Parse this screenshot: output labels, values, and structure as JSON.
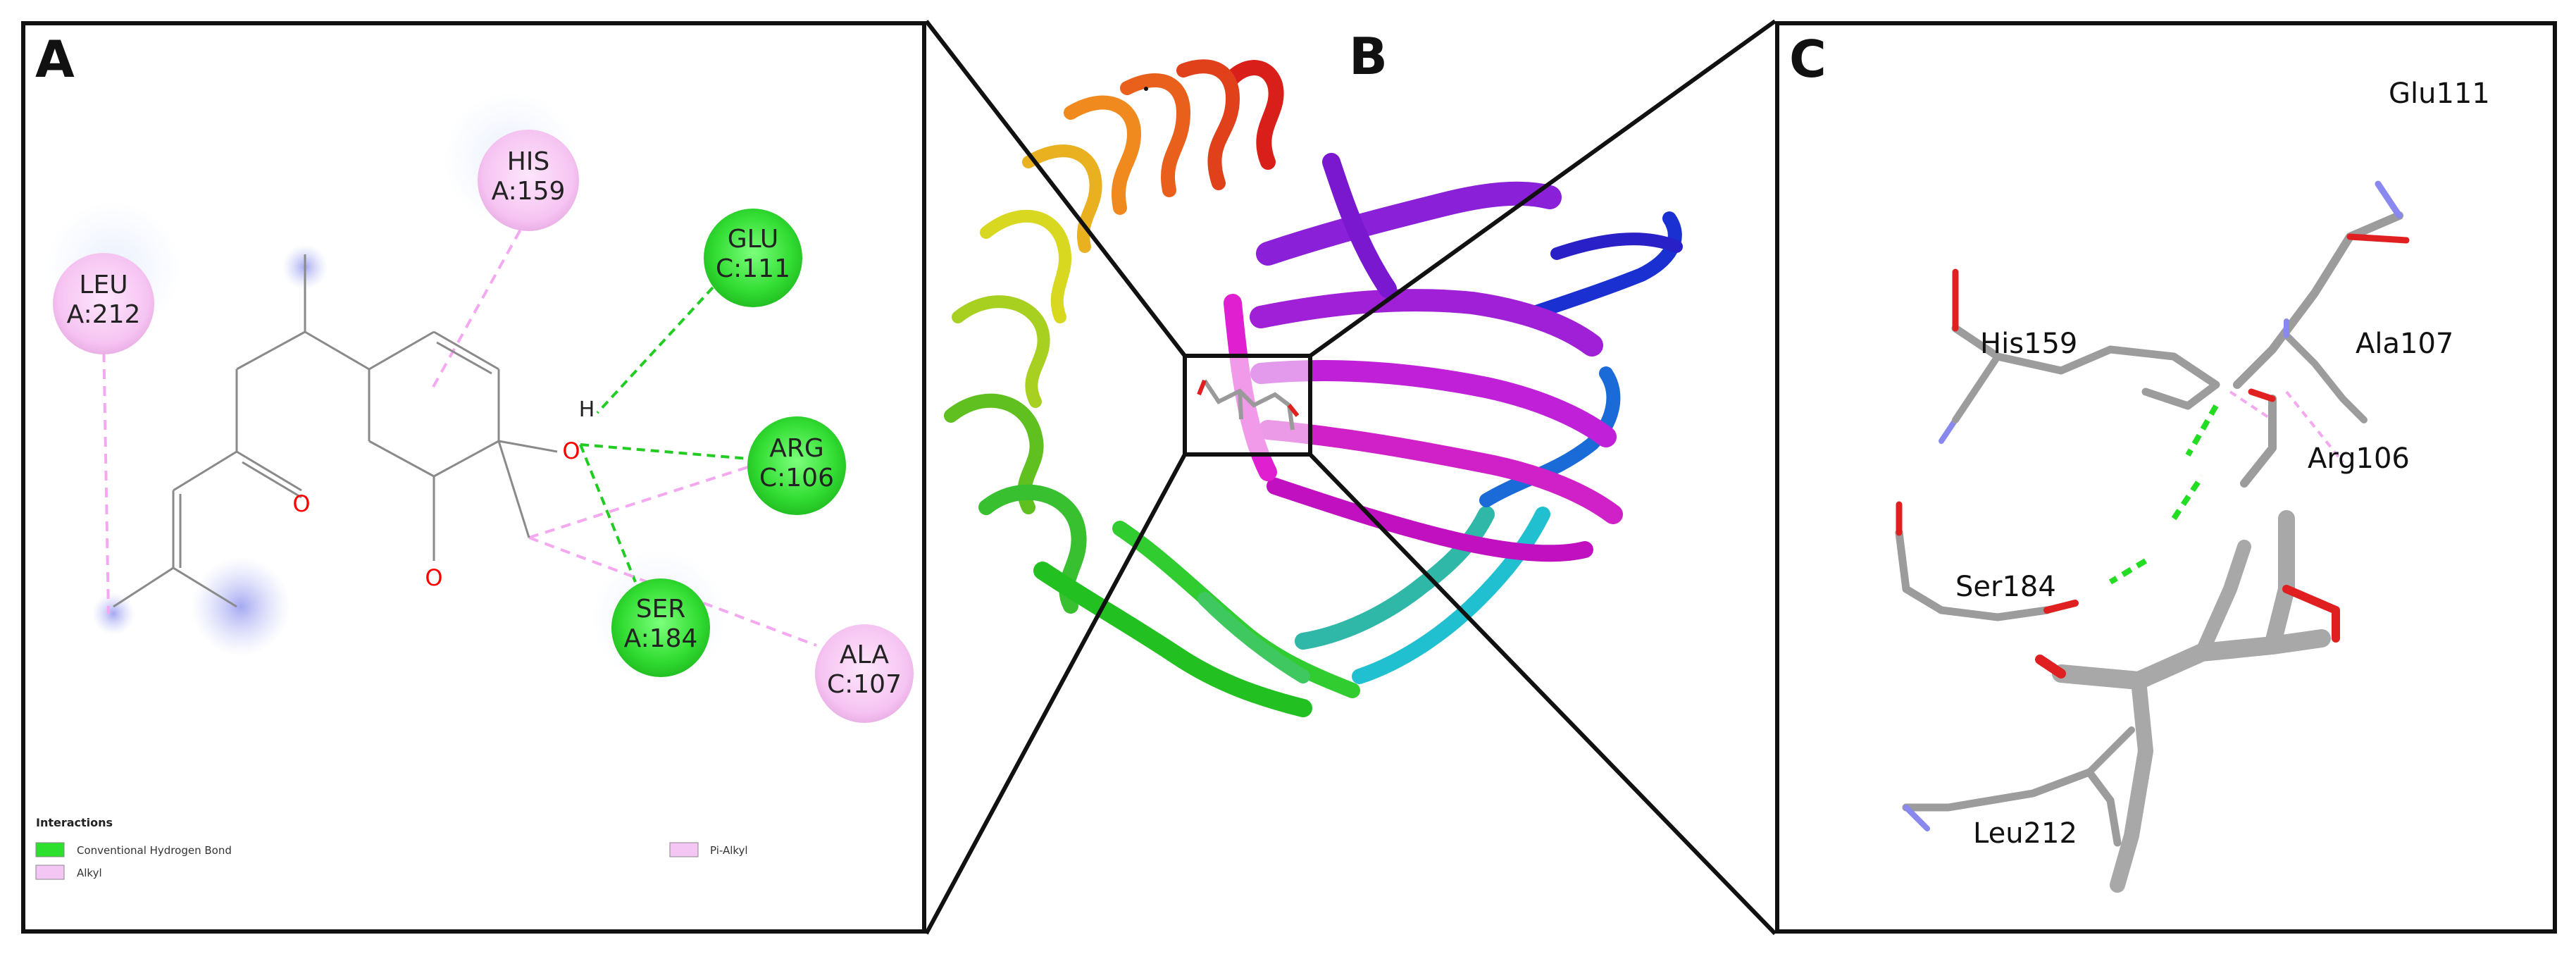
{
  "panel_letters": {
    "a": "A",
    "b": "B",
    "c": "C"
  },
  "panel_a": {
    "residues": [
      {
        "name": "LEU",
        "chain": "A:212",
        "type": "alkyl"
      },
      {
        "name": "HIS",
        "chain": "A:159",
        "type": "pi-alkyl"
      },
      {
        "name": "GLU",
        "chain": "C:111",
        "type": "hydrogen-bond"
      },
      {
        "name": "ARG",
        "chain": "C:106",
        "type": "hydrogen-bond"
      },
      {
        "name": "SER",
        "chain": "A:184",
        "type": "hydrogen-bond"
      },
      {
        "name": "ALA",
        "chain": "C:107",
        "type": "alkyl"
      }
    ],
    "atoms": {
      "hydrogen": "H",
      "oxygen": "O"
    },
    "legend": {
      "title": "Interactions",
      "items": [
        {
          "label": "Conventional Hydrogen Bond",
          "color": "#2ee02e"
        },
        {
          "label": "Alkyl",
          "color": "#f3c6f3"
        },
        {
          "label": "Pi-Alkyl",
          "color": "#f3c6f3"
        }
      ]
    },
    "colors": {
      "hbond": "#22cc22",
      "alkyl": "#f4a8f0",
      "residue_alkyl": "#f7c8f5",
      "residue_hbond": "#33dd33",
      "bond": "#777777",
      "oxygen": "#ff0000"
    }
  },
  "panel_c": {
    "labels": [
      "Glu111",
      "His159",
      "Ala107",
      "Arg106",
      "Ser184",
      "Leu212"
    ]
  }
}
